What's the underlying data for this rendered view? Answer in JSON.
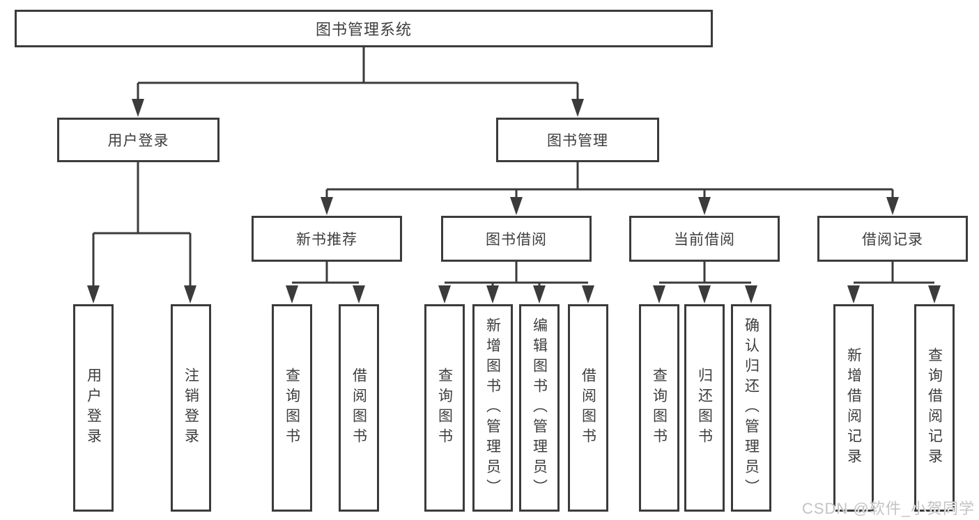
{
  "diagram": {
    "type": "hierarchy-tree",
    "title": "图书管理系统",
    "watermark": "CSDN @软件_小贺同学",
    "colors": {
      "line": "#3b3b3b",
      "box_border": "#3b3b3b",
      "box_background": "#ffffff",
      "text": "#3d3d3d",
      "watermark": "#c3c3c3",
      "page_background": "#ffffff"
    },
    "nodes": {
      "root": {
        "label": "图书管理系统"
      },
      "user_login": {
        "label": "用户登录"
      },
      "book_mgmt": {
        "label": "图书管理"
      },
      "new_book_rec": {
        "label": "新书推荐"
      },
      "book_borrow": {
        "label": "图书借阅"
      },
      "current_borrow": {
        "label": "当前借阅"
      },
      "borrow_records": {
        "label": "借阅记录"
      },
      "leaf_user_login": {
        "label": "用户登录"
      },
      "leaf_logout": {
        "label": "注销登录"
      },
      "leaf_query_book_1": {
        "label": "查询图书"
      },
      "leaf_borrow_book_1": {
        "label": "借阅图书"
      },
      "leaf_query_book_2": {
        "label": "查询图书"
      },
      "leaf_add_book": {
        "label": "新增图书（管理员）"
      },
      "leaf_edit_book": {
        "label": "编辑图书（管理员）"
      },
      "leaf_borrow_book_2": {
        "label": "借阅图书"
      },
      "leaf_query_book_3": {
        "label": "查询图书"
      },
      "leaf_return_book": {
        "label": "归还图书"
      },
      "leaf_confirm_return": {
        "label": "确认归还（管理员）"
      },
      "leaf_add_record": {
        "label": "新增借阅记录"
      },
      "leaf_query_record": {
        "label": "查询借阅记录"
      }
    },
    "structure": {
      "root_children": [
        "用户登录",
        "图书管理"
      ],
      "user_login_children": [
        "用户登录",
        "注销登录"
      ],
      "book_mgmt_children": [
        "新书推荐",
        "图书借阅",
        "当前借阅",
        "借阅记录"
      ],
      "new_book_rec_children": [
        "查询图书",
        "借阅图书"
      ],
      "book_borrow_children": [
        "查询图书",
        "新增图书（管理员）",
        "编辑图书（管理员）",
        "借阅图书"
      ],
      "current_borrow_children": [
        "查询图书",
        "归还图书",
        "确认归还（管理员）"
      ],
      "borrow_records_children": [
        "新增借阅记录",
        "查询借阅记录"
      ]
    }
  }
}
